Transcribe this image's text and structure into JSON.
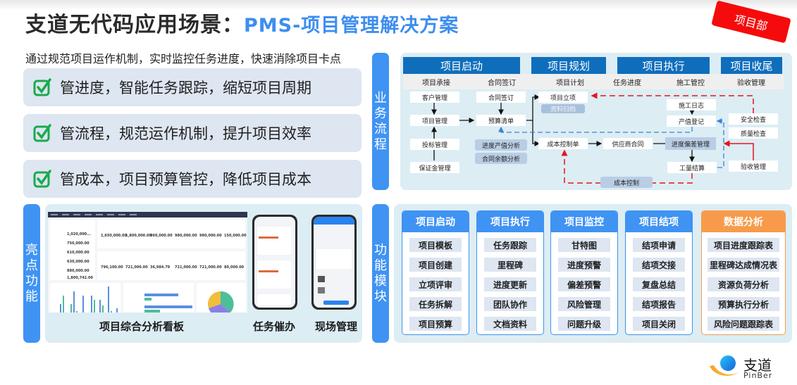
{
  "header": {
    "title": "支道无代码应用场景：",
    "subtitle": "PMS-项目管理解决方案",
    "stamp": "项目部",
    "tagline": "通过规范项目运作机制，实时监控任务进度，快速消除项目卡点"
  },
  "benefits": [
    {
      "icon": "checkbox-checked-icon",
      "text": "管进度，智能任务跟踪，缩短项目周期"
    },
    {
      "icon": "checkbox-checked-icon",
      "text": "管流程，规范运作机制，提升项目效率"
    },
    {
      "icon": "checkbox-checked-icon",
      "text": "管成本，项目预算管控，降低项目成本"
    }
  ],
  "process": {
    "side_label": "业务流程",
    "phases": [
      "项目启动",
      "项目规划",
      "项目执行",
      "项目收尾"
    ],
    "substeps": [
      "项目承接",
      "合同签订",
      "项目计划",
      "任务进度",
      "施工管控",
      "验收管理"
    ],
    "nodes": {
      "customer": "客户管理",
      "project_mgmt": "项目管理",
      "bidding": "投标管理",
      "deposit": "保证金管理",
      "contract": "合同签订",
      "budget_list": "预算清单",
      "progress_value": "进度产值分析",
      "contract_balance": "合同余额分析",
      "project_setup": "项目立项",
      "archive": "资料归档",
      "cost_sheet": "成本控制单",
      "supplier_contract": "供应商合同",
      "deviation_mgmt": "进度偏差管理",
      "construction_log": "施工日志",
      "output_register": "产值登记",
      "quantity_settle": "工量结算",
      "cost_control": "成本控制",
      "safety_check": "安全检查",
      "quality_check": "质量检查",
      "acceptance": "验收管理"
    }
  },
  "highlights": {
    "side_label": "亮点功能",
    "dashboard": {
      "caption": "项目综合分析看板",
      "income_values": [
        "1,650,000.00",
        "1,800,000.00",
        "960,000.00",
        "980,000.00",
        "980,000.00",
        "150,000.00"
      ],
      "expense_values": [
        "796,100.00",
        "721,000.00",
        "36,984.79",
        "721,000.00",
        "721,000.00",
        "80,000.00"
      ],
      "overview_values": [
        "1,020,000...",
        "750,000.00",
        "610,000.00",
        "630,000.00",
        "880,000.00",
        "1,800,742.00"
      ]
    },
    "phone1_caption": "任务催办",
    "phone2_caption": "现场管理"
  },
  "modules": {
    "side_label": "功能模块",
    "columns": [
      {
        "title": "项目启动",
        "items": [
          "项目模板",
          "项目创建",
          "立项评审",
          "任务拆解",
          "项目预算"
        ]
      },
      {
        "title": "项目执行",
        "items": [
          "任务跟踪",
          "里程碑",
          "进度更新",
          "团队协作",
          "文档资料"
        ]
      },
      {
        "title": "项目监控",
        "items": [
          "甘特图",
          "进度预警",
          "偏差预警",
          "风险管理",
          "问题升级"
        ]
      },
      {
        "title": "项目结项",
        "items": [
          "结项申请",
          "结项交接",
          "复盘总结",
          "结项报告",
          "项目关闭"
        ]
      },
      {
        "title": "数据分析",
        "items": [
          "项目进度跟踪表",
          "里程碑达成情况表",
          "资源负荷分析",
          "预算执行分析",
          "风险问题跟踪表"
        ]
      }
    ]
  },
  "logo": {
    "name": "支道",
    "en": "PinBer"
  },
  "colors": {
    "accent_blue": "#3f93f3",
    "phase_blue": "#0f6ebc",
    "stamp_red": "#f50b0b",
    "check_green": "#1aaa4b",
    "orange": "#f79b4a"
  }
}
